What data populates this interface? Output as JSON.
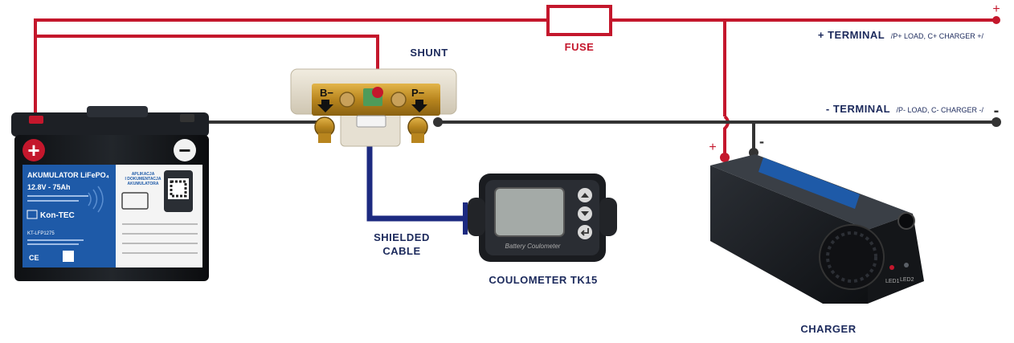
{
  "labels": {
    "shunt": "SHUNT",
    "fuse": "FUSE",
    "shielded_cable_line1": "SHIELDED",
    "shielded_cable_line2": "CABLE",
    "coulometer": "COULOMETER TK15",
    "charger": "CHARGER",
    "pos_terminal": "+ TERMINAL",
    "pos_terminal_detail": "/P+ LOAD, C+ CHARGER +/",
    "neg_terminal": "- TERMINAL",
    "neg_terminal_detail": "/P- LOAD, C- CHARGER -/",
    "plus_sign": "+",
    "minus_sign": "-"
  },
  "battery": {
    "title": "AKUMULATOR LiFePO₄",
    "spec": "12.8V - 75Ah",
    "brand": "Kon-TEC",
    "model": "KT-LFP1275",
    "app_line1": "APLIKACJA",
    "app_line2": "I DOKUMENTACJA",
    "app_line3": "AKUMULATORA",
    "pos_symbol": "+",
    "neg_symbol": "−"
  },
  "shunt": {
    "left_terminal": "B−",
    "right_terminal": "P−"
  },
  "coulometer": {
    "device_text": "Battery Coulometer"
  },
  "charger": {
    "led1": "LED1",
    "led2": "LED2"
  },
  "colors": {
    "positive_wire": "#c4172c",
    "negative_wire": "#333333",
    "shielded_cable": "#1c2a80",
    "fuse_label": "#c4172c",
    "text_navy": "#1c2a5c",
    "battery_blue": "#1e5aa8"
  }
}
